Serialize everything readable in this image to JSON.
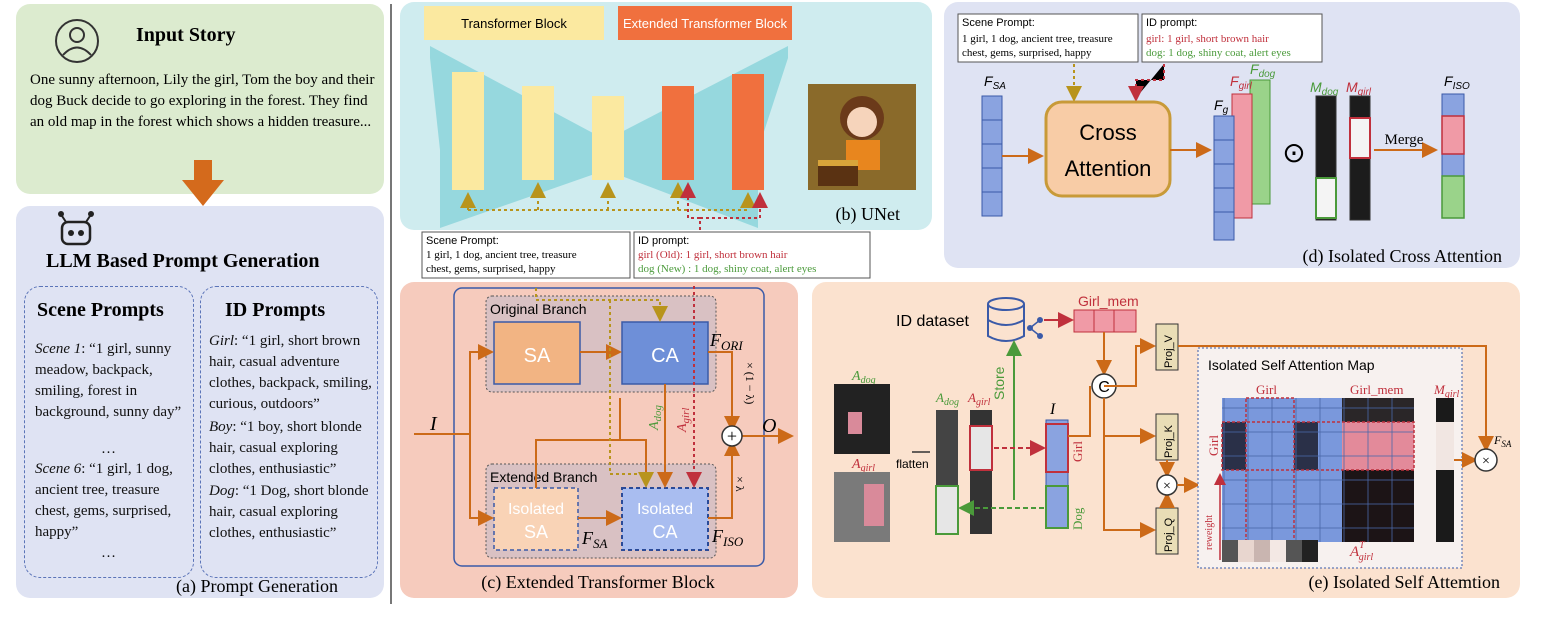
{
  "panel_a": {
    "story_title": "Input Story",
    "story_text": "One sunny afternoon, Lily the girl, Tom the boy and their dog Buck decide to go exploring in the forest. They find an old map in the forest which shows a hidden treasure...",
    "llm_title": "LLM Based Prompt Generation",
    "scene_header": "Scene Prompts",
    "id_header": "ID Prompts",
    "scene1_label": "Scene 1",
    "scene1_text": ": “1 girl, sunny meadow, backpack, smiling, forest in background, sunny day”",
    "ellipsis": "…",
    "scene6_label": "Scene 6",
    "scene6_text": ": “1 girl, 1 dog, ancient tree, treasure chest, gems, surprised, happy”",
    "girl_label": "Girl",
    "girl_text": ": “1 girl, short brown hair, casual adventure clothes, backpack, smiling, curious, outdoors”",
    "boy_label": "Boy",
    "boy_text": ": “1 boy, short blonde hair, casual exploring clothes, enthusiastic”",
    "dog_label": "Dog",
    "dog_text": ": “1 Dog, short blonde hair, casual exploring clothes, enthusiastic”",
    "caption": "(a) Prompt Generation"
  },
  "panel_b": {
    "transformer_block": "Transformer Block",
    "extended_block": "Extended Transformer Block",
    "caption": "(b) UNet",
    "scene_prompt_title": "Scene Prompt:",
    "scene_prompt_line1": "1 girl, 1 dog, ancient tree, treasure",
    "scene_prompt_line2": "chest, gems, surprised, happy",
    "id_prompt_title": "ID prompt:",
    "id_prompt_line1": "girl (Old):  1 girl, short brown hair",
    "id_prompt_line2": "dog (New) : 1 dog, shiny coat, alert eyes"
  },
  "panel_c": {
    "original_branch": "Original Branch",
    "extended_branch": "Extended Branch",
    "sa": "SA",
    "ca": "CA",
    "isolated_sa_1": "Isolated",
    "isolated_sa_2": "SA",
    "isolated_ca_1": "Isolated",
    "isolated_ca_2": "CA",
    "input": "I",
    "output": "O",
    "f_ori": "F",
    "f_ori_sub": "ORI",
    "f_iso": "F",
    "f_iso_sub": "ISO",
    "f_sa": "F",
    "f_sa_sub": "SA",
    "a_dog": "A",
    "a_dog_sub": "dog",
    "a_girl": "A",
    "a_girl_sub": "girl",
    "weight_top": "× (1 − λ)",
    "weight_bottom": "× λ",
    "plus": "+",
    "caption": "(c) Extended Transformer Block"
  },
  "panel_d": {
    "scene_prompt_title": "Scene Prompt:",
    "scene_prompt_line1": "1 girl, 1 dog, ancient tree, treasure",
    "scene_prompt_line2": "chest, gems, surprised, happy",
    "id_prompt_title": "ID prompt:",
    "id_prompt_line1": "girl:  1 girl, short brown hair",
    "id_prompt_line2": "dog: 1 dog, shiny coat, alert eyes",
    "f_sa": "F",
    "f_sa_sub": "SA",
    "cross_attention_1": "Cross",
    "cross_attention_2": "Attention",
    "f_g": "F",
    "f_g_sub": "g",
    "f_girl": "F",
    "f_girl_sub": "girl",
    "f_dog": "F",
    "f_dog_sub": "dog",
    "m_dog": "M",
    "m_dog_sub": "dog",
    "m_girl": "M",
    "m_girl_sub": "girl",
    "odot": "⊙",
    "merge": "Merge",
    "f_iso": "F",
    "f_iso_sub": "ISO",
    "caption": "(d) Isolated Cross Attention"
  },
  "panel_e": {
    "id_dataset": "ID dataset",
    "girl_mem": "Girl_mem",
    "store": "Store",
    "a_dog": "A",
    "a_dog_sub": "dog",
    "a_girl": "A",
    "a_girl_sub": "girl",
    "flatten": "flatten",
    "i_label": "I",
    "girl": "Girl",
    "dog": "Dog",
    "concat": "C",
    "proj_v": "Proj_V",
    "proj_k": "Proj_K",
    "proj_q": "Proj_Q",
    "times": "×",
    "map_title": "Isolated Self Attention Map",
    "map_girl": "Girl",
    "map_girl_mem": "Girl_mem",
    "m_girl": "M",
    "m_girl_sub": "girl",
    "row_girl": "Girl",
    "reweight": "reweight",
    "a_girl_t": "A",
    "a_girl_t_sub": "girl",
    "a_girl_t_sup": "T",
    "f_sa": "F",
    "f_sa_sub": "SA",
    "caption": "(e) Isolated Self Attemtion"
  }
}
